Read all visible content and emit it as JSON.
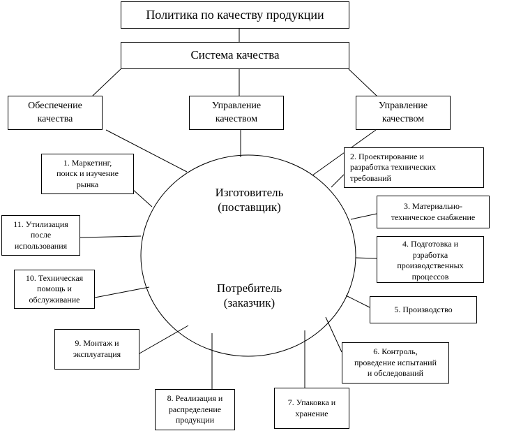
{
  "policy": "Политика по качеству продукции",
  "system": "Система качества",
  "branches": {
    "left": "Обеспечение\nкачества",
    "middle": "Управление\nкачеством",
    "right": "Управление\nкачеством"
  },
  "center": {
    "manufacturer": "Изготовитель\n(поставщик)",
    "consumer": "Потребитель\n(заказчик)"
  },
  "stages": {
    "s1": "1. Маркетинг,\nпоиск и изучение\nрынка",
    "s2": "2. Проектирование и\nразработка технических\nтребований",
    "s3": "3. Материально-\nтехническое снабжение",
    "s4": "4. Подготовка и\nрзработка\nпроизводственных\nпроцессов",
    "s5": "5. Производство",
    "s6": "6. Контроль,\nпроведение испытаний\nи обследований",
    "s7": "7. Упаковка и\nхранение",
    "s8": "8. Реализация и\nраспределение\nпродукции",
    "s9": "9. Монтаж и\nэксплуатация",
    "s10": "10. Техническая\nпомощь и\nобслуживание",
    "s11": "11. Утилизация\nпосле\nиспользования"
  }
}
